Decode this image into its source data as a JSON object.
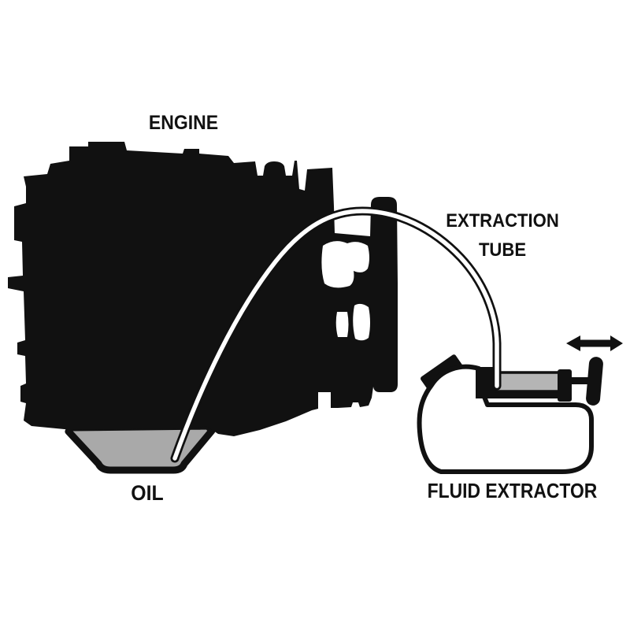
{
  "title": "Engine oil fluid extractor diagram",
  "labels": {
    "engine": "ENGINE",
    "extraction_tube_line1": "EXTRACTION",
    "extraction_tube_line2": "TUBE",
    "oil": "OIL",
    "fluid_extractor": "FLUID EXTRACTOR"
  },
  "colors": {
    "background": "#ffffff",
    "ink": "#111111",
    "oil_gray": "#a9a9a9",
    "pump_gray": "#b5b5b5",
    "tube_white": "#ffffff"
  },
  "icons": {
    "push_pull_arrow": "double-headed-arrow"
  }
}
